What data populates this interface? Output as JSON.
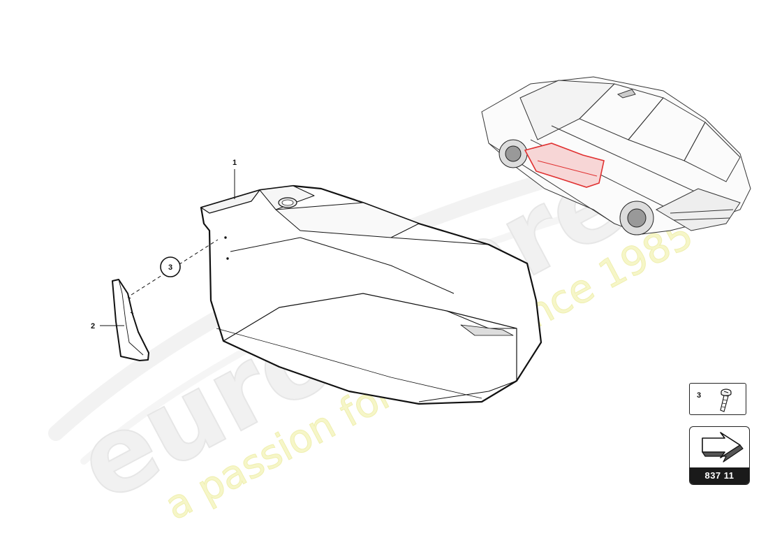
{
  "watermark": {
    "brand": "eurospares",
    "tagline": "a passion for parts since 1985"
  },
  "callouts": {
    "part_1": "1",
    "part_2": "2",
    "part_3": "3"
  },
  "legend": {
    "fastener_number": "3",
    "reference_code": "837 11"
  },
  "colors": {
    "outline": "#111111",
    "highlight": "#e03030",
    "watermark_brand": "#e6e6e6",
    "watermark_tagline": "#efefb0"
  },
  "icons": [
    "screw-icon",
    "reference-arrow-icon"
  ]
}
